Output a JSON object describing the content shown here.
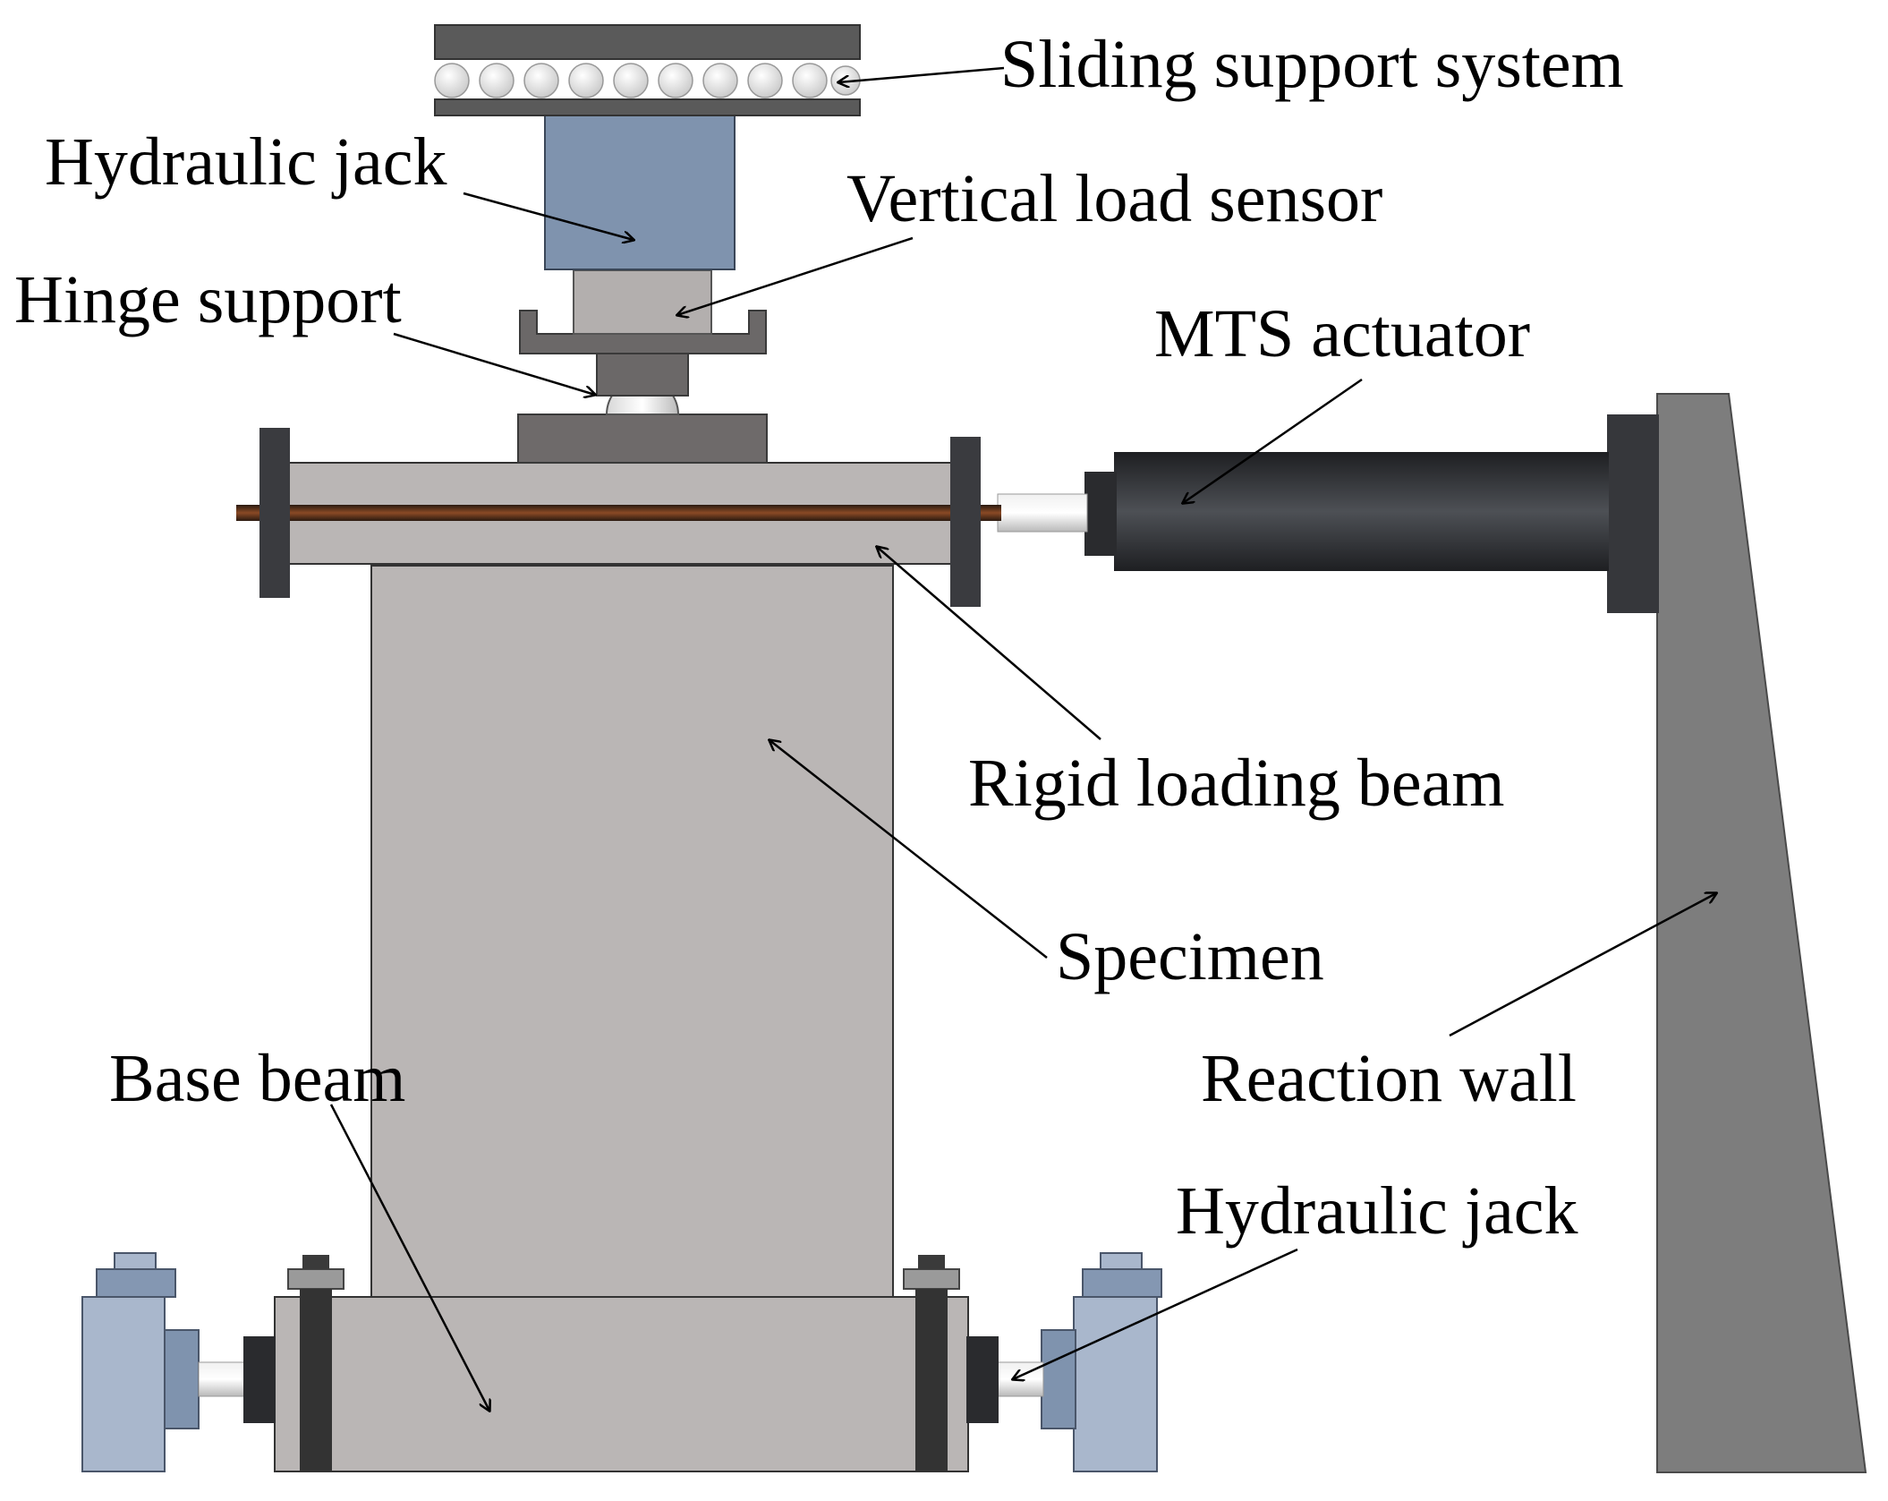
{
  "labels": {
    "sliding_support_system": "Sliding support system",
    "hydraulic_jack_top": "Hydraulic jack",
    "vertical_load_sensor": "Vertical load sensor",
    "hinge_support": "Hinge support",
    "mts_actuator": "MTS actuator",
    "rigid_loading_beam": "Rigid loading beam",
    "specimen": "Specimen",
    "base_beam": "Base beam",
    "reaction_wall": "Reaction wall",
    "hydraulic_jack_bottom": "Hydraulic jack"
  },
  "colors": {
    "dark_plate": "#5a5a5a",
    "jack_blue": "#7f93ae",
    "sensor_gray": "#b3afae",
    "bracket_gray": "#6b6868",
    "specimen_gray": "#bab6b5",
    "flange_dark": "#3a3b3f",
    "rod_brown": "#4a2a18",
    "actuator_black": "#2b2d30",
    "wall_gray": "#7d7d7d",
    "side_jack_light": "#a9b7cc",
    "side_jack_mid": "#8497b2",
    "ball_white": "#eeeeee"
  }
}
